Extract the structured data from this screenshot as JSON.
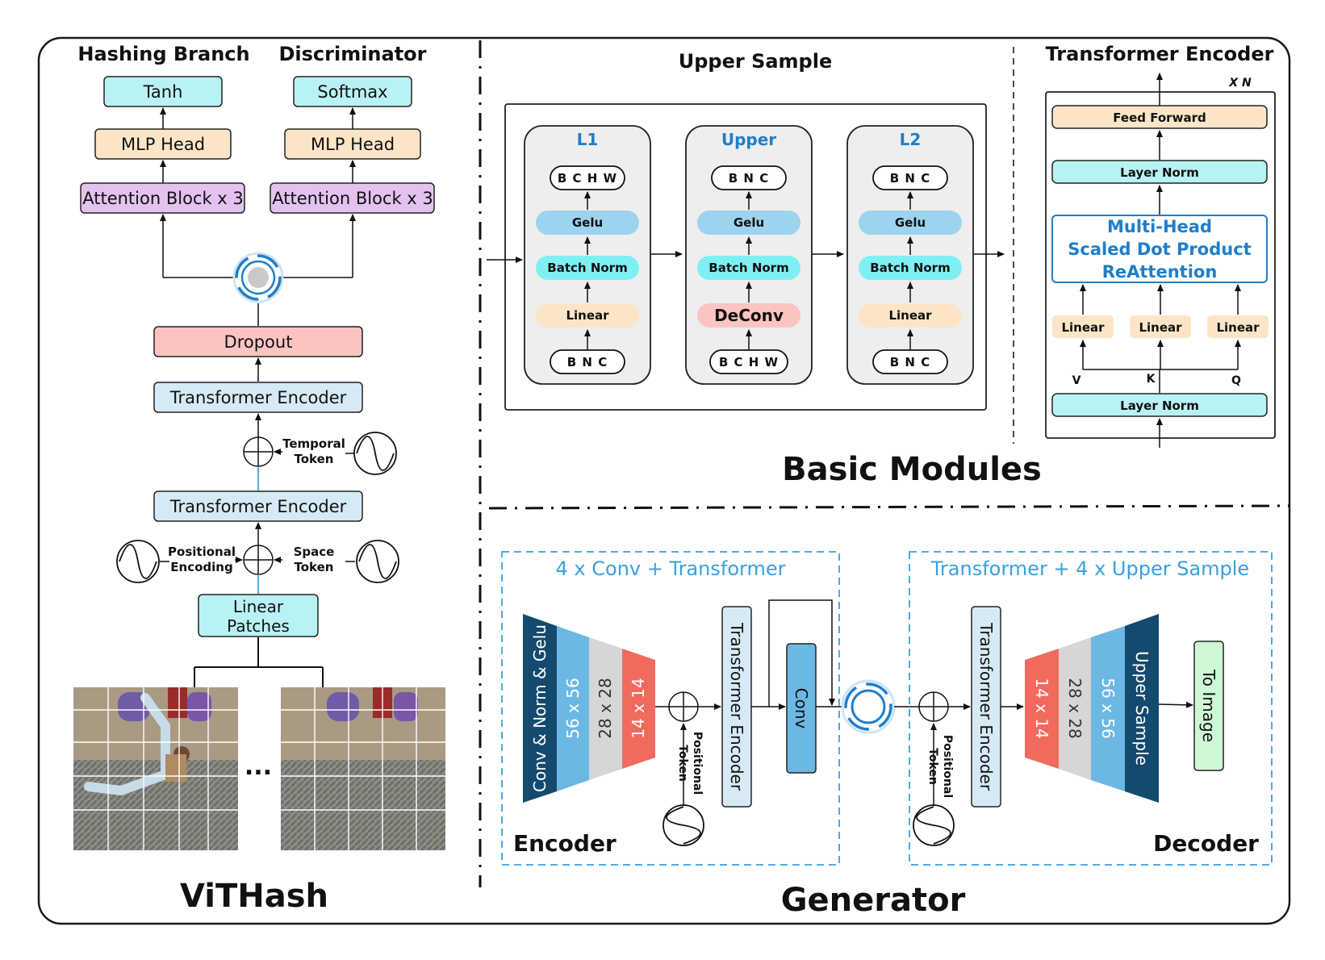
{
  "vithash": {
    "title": "ViTHash",
    "hashing_branch": {
      "title": "Hashing Branch",
      "tanh": "Tanh",
      "mlp": "MLP Head",
      "attn": "Attention Block x 3"
    },
    "discriminator": {
      "title": "Discriminator",
      "softmax": "Softmax",
      "mlp": "MLP Head",
      "attn": "Attention Block x 3"
    },
    "dropout": "Dropout",
    "te_upper": "Transformer Encoder",
    "temporal_token": [
      "Temporal",
      "Token"
    ],
    "te_lower": "Transformer Encoder",
    "positional_encoding": [
      "Positional",
      "Encoding"
    ],
    "space_token": [
      "Space",
      "Token"
    ],
    "linear_patches": [
      "Linear",
      "Patches"
    ],
    "ellipsis": "..."
  },
  "basic_modules": {
    "title": "Basic Modules",
    "upper_sample": {
      "title": "Upper Sample",
      "columns": [
        {
          "title": "L1",
          "top": "B C H W",
          "gelu": "Gelu",
          "bn": "Batch Norm",
          "op": "Linear",
          "bottom": "B N C"
        },
        {
          "title": "Upper",
          "top": "B N C",
          "gelu": "Gelu",
          "bn": "Batch Norm",
          "op": "DeConv",
          "bottom": "B C H W"
        },
        {
          "title": "L2",
          "top": "B N C",
          "gelu": "Gelu",
          "bn": "Batch Norm",
          "op": "Linear",
          "bottom": "B N C"
        }
      ]
    },
    "transformer_encoder": {
      "title": "Transformer Encoder",
      "times": "X N",
      "feed_forward": "Feed Forward",
      "layer_norm_top": "Layer Norm",
      "mhsa": [
        "Multi-Head",
        "Scaled Dot Product",
        "ReAttention"
      ],
      "linears": [
        "Linear",
        "Linear",
        "Linear"
      ],
      "vkq": [
        "V",
        "K",
        "Q"
      ],
      "layer_norm_bottom": "Layer Norm"
    }
  },
  "generator": {
    "title": "Generator",
    "encoder_box_title": "4 x Conv + Transformer",
    "decoder_box_title": "Transformer + 4 x Upper Sample",
    "encoder_label": "Encoder",
    "decoder_label": "Decoder",
    "enc_stages": [
      "Conv & Norm & Gelu",
      "56 x 56",
      "28 x 28",
      "14 x 14"
    ],
    "dec_stages": [
      "14 x 14",
      "28 x 28",
      "56 x 56",
      "Upper Sample"
    ],
    "positional_token": [
      "Positional",
      "Token"
    ],
    "te": "Transformer Encoder",
    "conv": "Conv",
    "to_image": "To Image"
  },
  "colors": {
    "cyan": "#B8F2F4",
    "peach": "#FBE5C6",
    "purple": "#E3C2F0",
    "salmon": "#FBC4C1",
    "lightblue": "#D6EAF6",
    "accent_blue": "#1E7EC8",
    "dark_navy": "#134A6E",
    "stage_blue": "#6CB8E4",
    "stage_gray": "#D6D6D6",
    "stage_red": "#F26A5E"
  }
}
